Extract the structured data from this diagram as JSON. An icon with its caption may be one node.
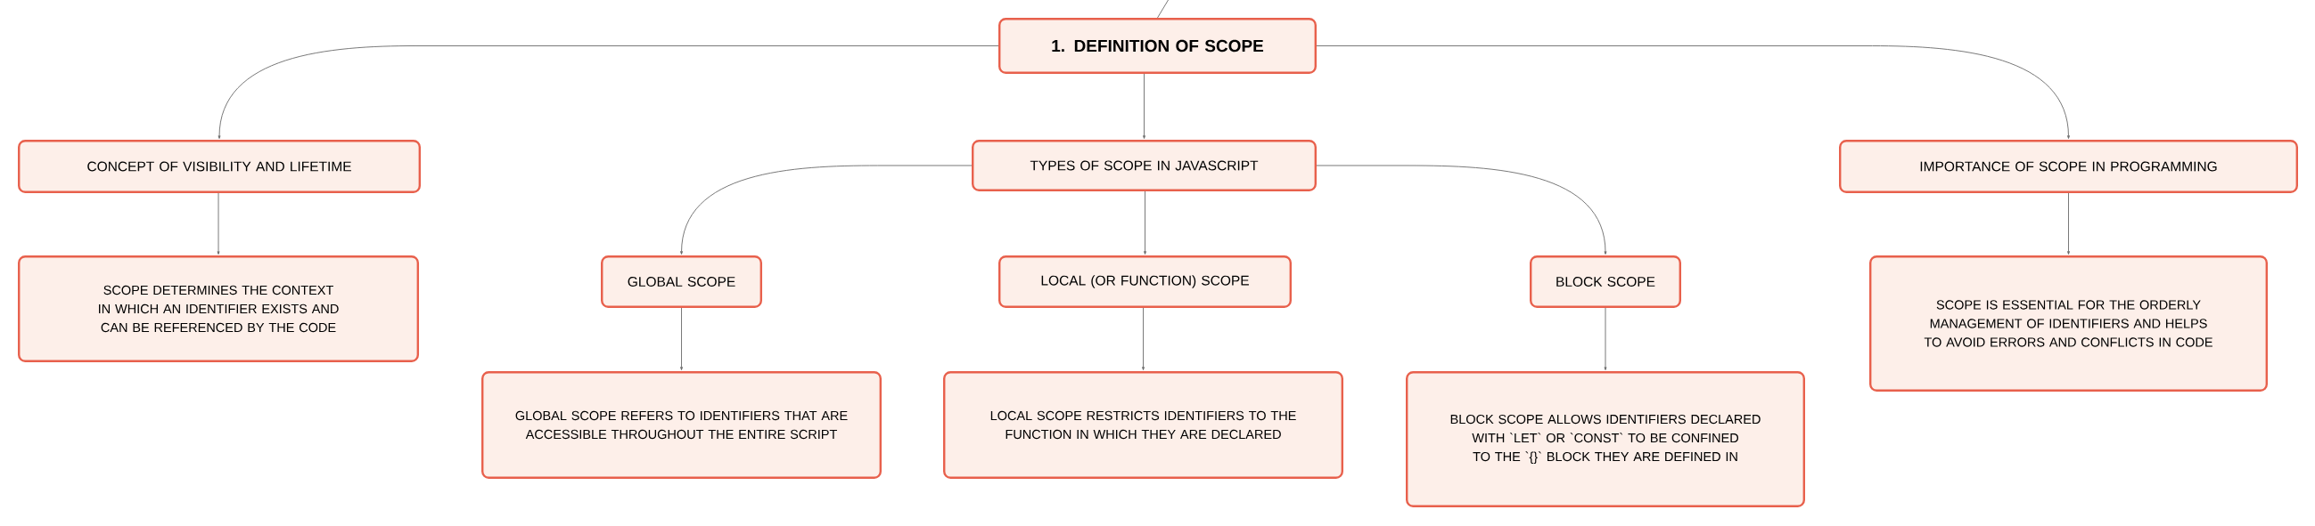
{
  "diagram": {
    "nodes": [
      {
        "text": [
          "1. DEFINITION OF SCOPE"
        ]
      },
      {
        "text": [
          "CONCEPT OF VISIBILITY AND LIFETIME"
        ]
      },
      {
        "text": [
          "TYPES OF SCOPE IN JAVASCRIPT"
        ]
      },
      {
        "text": [
          "IMPORTANCE OF SCOPE IN PROGRAMMING"
        ]
      },
      {
        "text": [
          "SCOPE DETERMINES THE CONTEXT IN WHICH AN IDENTIFIER EXISTS AND CAN BE REFERENCED BY THE CODE"
        ]
      },
      {
        "text": [
          "GLOBAL SCOPE"
        ]
      },
      {
        "text": [
          "LOCAL (OR FUNCTION) SCOPE"
        ]
      },
      {
        "text": [
          "BLOCK SCOPE"
        ]
      },
      {
        "text": [
          "GLOBAL SCOPE REFERS TO IDENTIFIERS THAT ARE ACCESSIBLE THROUGHOUT THE ENTIRE SCRIPT"
        ]
      },
      {
        "text": [
          "LOCAL SCOPE RESTRICTS IDENTIFIERS TO THE FUNCTION IN WHICH THEY ARE DECLARED"
        ]
      },
      {
        "text": [
          "BLOCK SCOPE ALLOWS IDENTIFIERS DECLARED WITH `LET` OR `CONST` TO BE CONFINED TO THE `{}` BLOCK THEY ARE DEFINED IN"
        ]
      },
      {
        "text": [
          "SCOPE IS ESSENTIAL FOR THE ORDERLY MANAGEMENT OF IDENTIFIERS AND HELPS TO AVOID ERRORS AND CONFLICTS IN CODE"
        ]
      }
    ],
    "edges": [
      {
        "from": null,
        "to": 0,
        "arrow": "none"
      },
      {
        "from": 0,
        "to": 1,
        "arrow": "to"
      },
      {
        "from": 0,
        "to": 2,
        "arrow": "to"
      },
      {
        "from": 0,
        "to": 3,
        "arrow": "to"
      },
      {
        "from": 1,
        "to": 4,
        "arrow": "to"
      },
      {
        "from": 2,
        "to": 5,
        "arrow": "to"
      },
      {
        "from": 2,
        "to": 6,
        "arrow": "to"
      },
      {
        "from": 2,
        "to": 7,
        "arrow": "to"
      },
      {
        "from": 3,
        "to": 11,
        "arrow": "to"
      },
      {
        "from": 5,
        "to": 8,
        "arrow": "to"
      },
      {
        "from": 6,
        "to": 9,
        "arrow": "to"
      },
      {
        "from": 7,
        "to": 10,
        "arrow": "to"
      }
    ]
  }
}
